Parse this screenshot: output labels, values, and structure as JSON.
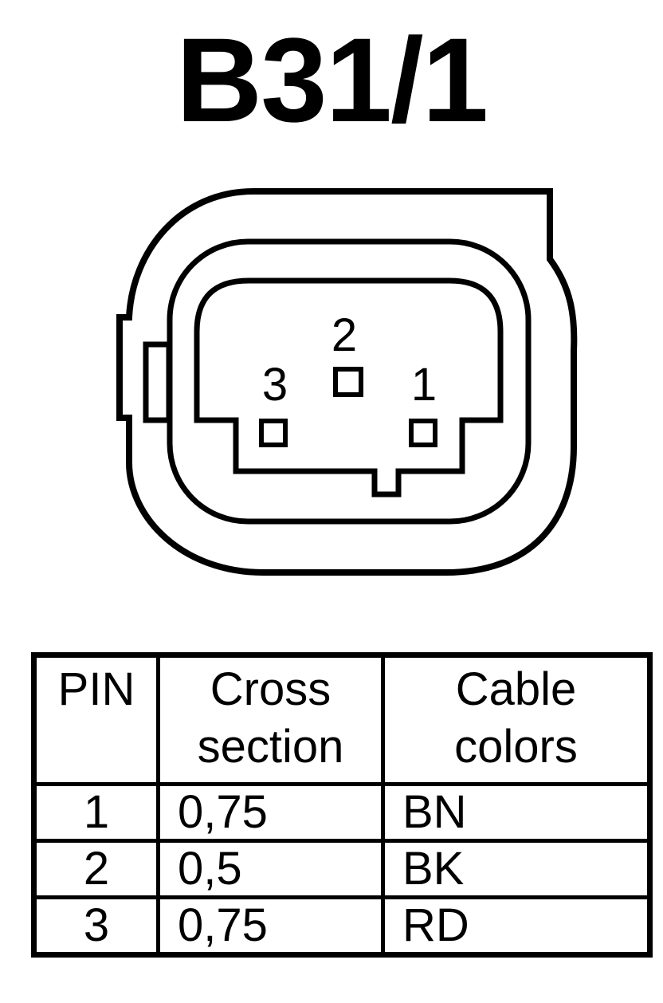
{
  "title": "B31/1",
  "connector": {
    "pins": [
      {
        "label": "2"
      },
      {
        "label": "3"
      },
      {
        "label": "1"
      }
    ]
  },
  "table": {
    "headers": [
      {
        "lines": [
          "PIN"
        ]
      },
      {
        "lines": [
          "Cross",
          "section"
        ]
      },
      {
        "lines": [
          "Cable",
          "colors"
        ]
      }
    ],
    "rows": [
      {
        "pin": "1",
        "cross_section": "0,75",
        "color": "BN"
      },
      {
        "pin": "2",
        "cross_section": "0,5",
        "color": "BK"
      },
      {
        "pin": "3",
        "cross_section": "0,75",
        "color": "RD"
      }
    ]
  }
}
